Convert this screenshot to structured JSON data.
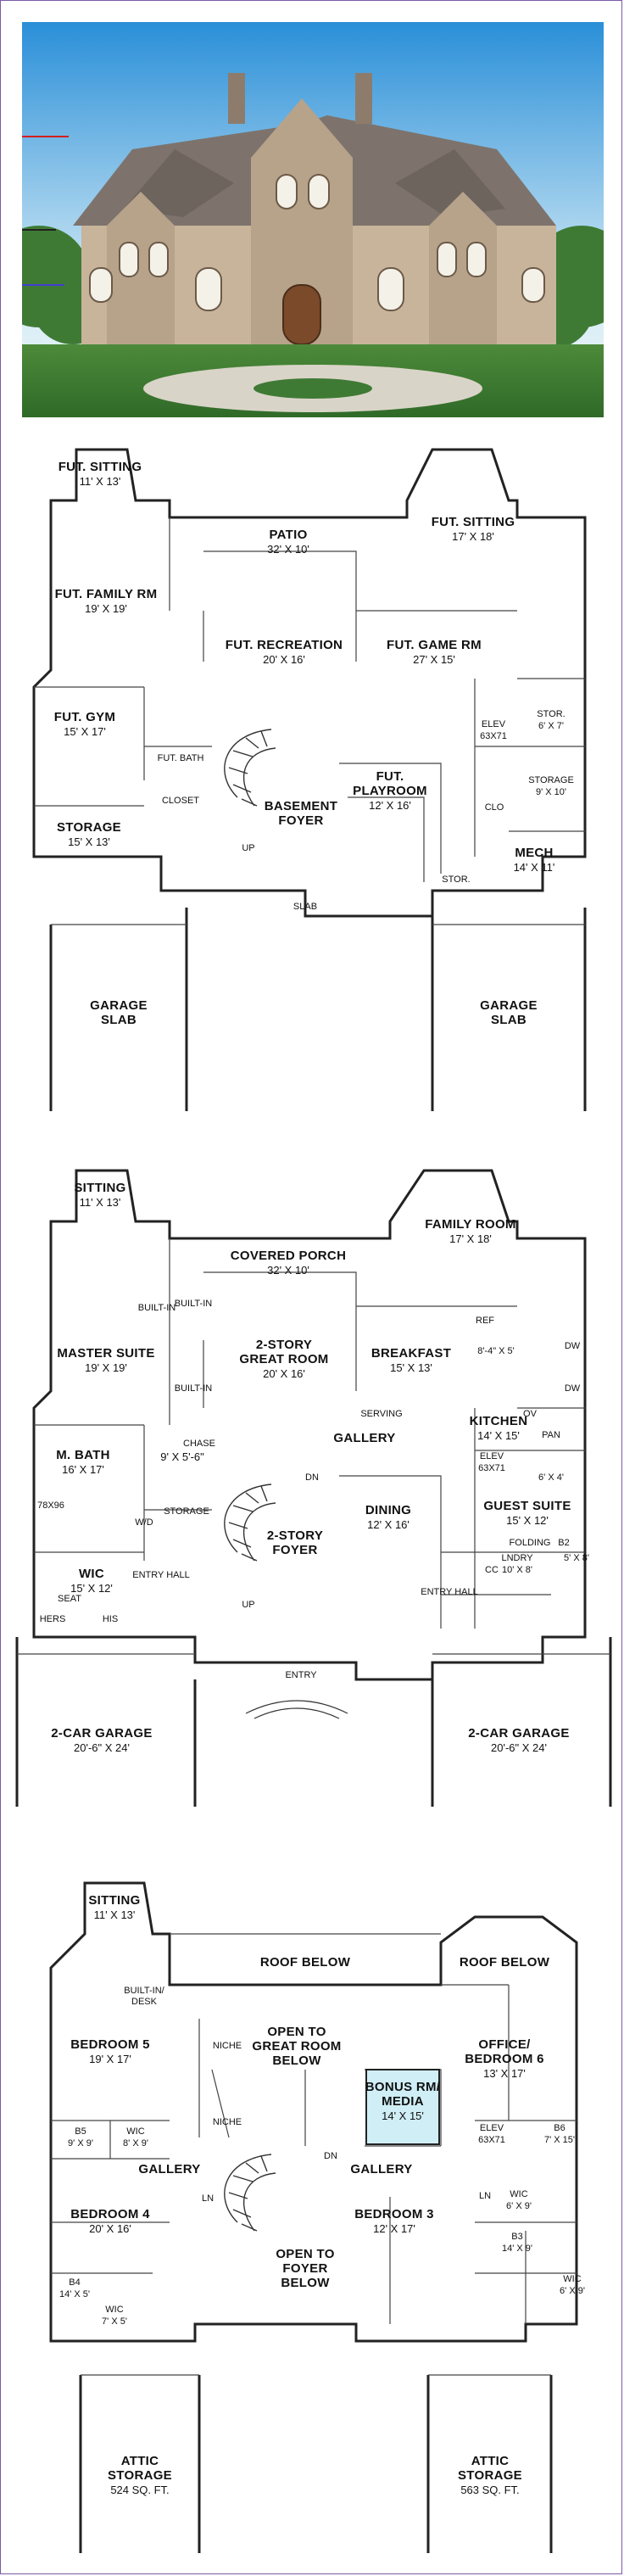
{
  "basement": {
    "rooms": [
      {
        "name": "FUT. SITTING",
        "dims": "11' X 13'"
      },
      {
        "name": "PATIO",
        "dims": "32' X 10'"
      },
      {
        "name": "FUT. SITTING",
        "dims": "17' X 18'"
      },
      {
        "name": "FUT. FAMILY RM",
        "dims": "19' X 19'"
      },
      {
        "name": "FUT. RECREATION",
        "dims": "20' X 16'"
      },
      {
        "name": "FUT. GAME RM",
        "dims": "27' X 15'"
      },
      {
        "name": "FUT. GYM",
        "dims": "15' X 17'"
      },
      {
        "name": "FUT. BATH",
        "dims": ""
      },
      {
        "name": "CLOSET",
        "dims": ""
      },
      {
        "name": "BASEMENT",
        "dims": "FOYER"
      },
      {
        "name": "FUT.",
        "dims": "PLAYROOM"
      },
      {
        "name": "12' X 16'",
        "dims": ""
      },
      {
        "name": "ELEV",
        "dims": "63X71"
      },
      {
        "name": "STOR.",
        "dims": "6' X 7'"
      },
      {
        "name": "CLO",
        "dims": ""
      },
      {
        "name": "STORAGE",
        "dims": "9' X 10'"
      },
      {
        "name": "STORAGE",
        "dims": "15' X 13'"
      },
      {
        "name": "MECH",
        "dims": "14' X 11'"
      },
      {
        "name": "STOR.",
        "dims": ""
      },
      {
        "name": "SLAB",
        "dims": ""
      },
      {
        "name": "UP",
        "dims": ""
      },
      {
        "name": "GARAGE",
        "dims": "SLAB"
      },
      {
        "name": "GARAGE",
        "dims": "SLAB"
      }
    ]
  },
  "main_floor": {
    "rooms": [
      {
        "name": "SITTING",
        "dims": "11' X 13'"
      },
      {
        "name": "COVERED PORCH",
        "dims": "32' X 10'"
      },
      {
        "name": "FAMILY ROOM",
        "dims": "17' X 18'"
      },
      {
        "name": "MASTER SUITE",
        "dims": "19' X 19'"
      },
      {
        "name": "2-STORY",
        "dims": "GREAT ROOM"
      },
      {
        "name": "20' X 16'",
        "dims": ""
      },
      {
        "name": "BREAKFAST",
        "dims": "15' X 13'"
      },
      {
        "name": "KITCHEN",
        "dims": "14' X 15'"
      },
      {
        "name": "M. BATH",
        "dims": "16' X 17'"
      },
      {
        "name": "CHASE",
        "dims": "9' X 5'-6\""
      },
      {
        "name": "GALLERY",
        "dims": ""
      },
      {
        "name": "ELEV",
        "dims": "63X71"
      },
      {
        "name": "PAN",
        "dims": "6' X 4'"
      },
      {
        "name": "WIC",
        "dims": "15' X 12'"
      },
      {
        "name": "2-STORY",
        "dims": "FOYER"
      },
      {
        "name": "DINING",
        "dims": "12' X 16'"
      },
      {
        "name": "GUEST SUITE",
        "dims": "15' X 12'"
      },
      {
        "name": "LNDRY",
        "dims": "10' X 8'"
      },
      {
        "name": "ENTRY",
        "dims": ""
      },
      {
        "name": "2-CAR GARAGE",
        "dims": "20'-6\" X 24'"
      },
      {
        "name": "2-CAR GARAGE",
        "dims": "20'-6\" X 24'"
      }
    ],
    "small_labels": [
      "BUILT-IN",
      "BUILT-IN",
      "BUILT-IN",
      "REF",
      "SERVING",
      "DW",
      "DW",
      "OV",
      "8'-4\" X 5'",
      "78X96",
      "SEAT",
      "HERS",
      "HIS",
      "STORAGE",
      "W/D",
      "ENTRY HALL",
      "ENTRY HALL",
      "DN",
      "UP",
      "FOLDING",
      "CC",
      "B2",
      "5' X 8'"
    ]
  },
  "upper_floor": {
    "rooms": [
      {
        "name": "SITTING",
        "dims": "11' X 13'"
      },
      {
        "name": "ROOF BELOW",
        "dims": ""
      },
      {
        "name": "ROOF BELOW",
        "dims": ""
      },
      {
        "name": "BEDROOM 5",
        "dims": "19' X 17'"
      },
      {
        "name": "OPEN TO",
        "dims": "GREAT ROOM"
      },
      {
        "name": "BELOW",
        "dims": ""
      },
      {
        "name": "BONUS RM/",
        "dims": "MEDIA"
      },
      {
        "name": "14' X 15'",
        "dims": ""
      },
      {
        "name": "OFFICE/",
        "dims": "BEDROOM 6"
      },
      {
        "name": "13' X 17'",
        "dims": ""
      },
      {
        "name": "B5",
        "dims": "9' X 9'"
      },
      {
        "name": "WIC",
        "dims": "8' X 9'"
      },
      {
        "name": "GALLERY",
        "dims": ""
      },
      {
        "name": "GALLERY",
        "dims": ""
      },
      {
        "name": "ELEV",
        "dims": "63X71"
      },
      {
        "name": "B6",
        "dims": "7' X 15'"
      },
      {
        "name": "BEDROOM 4",
        "dims": "20' X 16'"
      },
      {
        "name": "OPEN TO",
        "dims": "FOYER"
      },
      {
        "name": "BELOW",
        "dims": ""
      },
      {
        "name": "BEDROOM 3",
        "dims": "12' X 17'"
      },
      {
        "name": "WIC",
        "dims": "6' X 9'"
      },
      {
        "name": "B4",
        "dims": "14' X 5'"
      },
      {
        "name": "WIC",
        "dims": "7' X 5'"
      },
      {
        "name": "B3",
        "dims": "14' X 9'"
      },
      {
        "name": "WIC",
        "dims": "6' X 9'"
      },
      {
        "name": "ATTIC",
        "dims": "STORAGE"
      },
      {
        "name": "524 SQ. FT.",
        "dims": ""
      },
      {
        "name": "ATTIC",
        "dims": "STORAGE"
      },
      {
        "name": "563 SQ. FT.",
        "dims": ""
      }
    ],
    "small_labels": [
      "BUILT-IN/",
      "DESK",
      "NICHE",
      "NICHE",
      "DN",
      "LN",
      "LN"
    ]
  },
  "colors": {
    "sky_top": "#2a8fd8",
    "roof": "#7d736c",
    "stone": "#b7a28a",
    "bonus_room": "#cfeef6"
  }
}
